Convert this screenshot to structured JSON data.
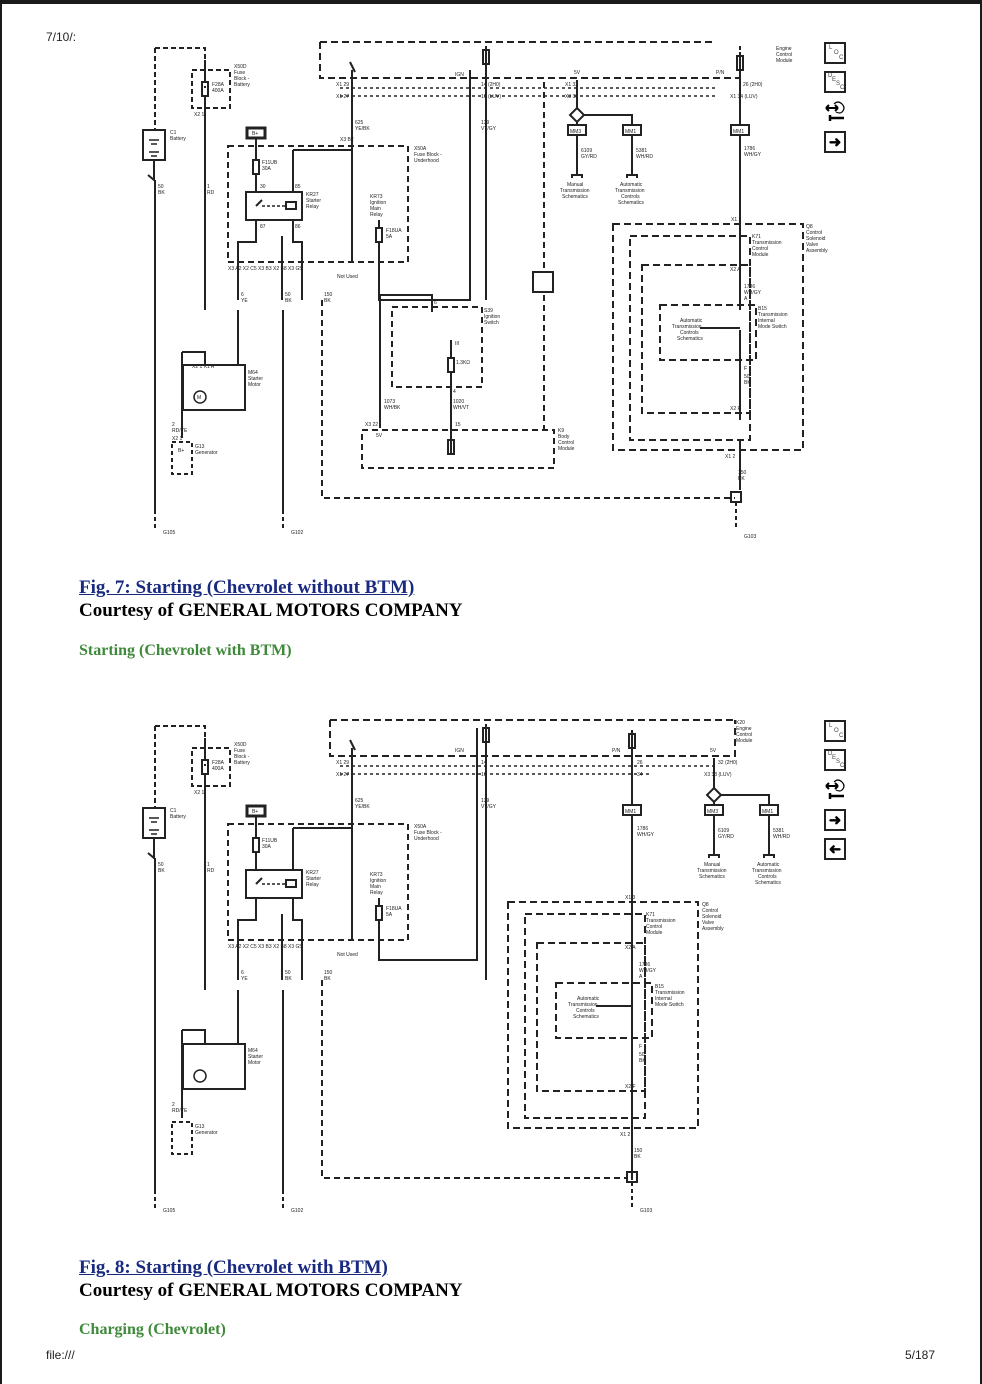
{
  "browser": {
    "header_date": "7/10/:",
    "footer_url": "file:///",
    "footer_page": "5/187"
  },
  "figures": [
    {
      "title": "Fig. 7: Starting (Chevrolet without BTM)",
      "courtesy": "Courtesy of GENERAL MOTORS COMPANY",
      "nav_icons": [
        "loc-icon",
        "desc-icon",
        "connector-tool-icon",
        "next-arrow-icon"
      ]
    },
    {
      "title": "Fig. 8: Starting (Chevrolet with BTM)",
      "courtesy": "Courtesy of GENERAL MOTORS COMPANY",
      "nav_icons": [
        "loc-icon",
        "desc-icon",
        "connector-tool-icon",
        "next-arrow-icon",
        "prev-arrow-icon"
      ]
    }
  ],
  "sections": {
    "starting_with_btm": "Starting (Chevrolet with BTM)",
    "charging": "Charging (Chevrolet)"
  },
  "nav_labels": {
    "loc": [
      "L",
      "O",
      "C"
    ],
    "desc": [
      "D",
      "E",
      "S",
      "C"
    ]
  },
  "diagram_labels": {
    "x50d": [
      "X50D",
      "Fuse",
      "Block -",
      "Battery"
    ],
    "f28a": [
      "F28A",
      "400A"
    ],
    "x2_1": [
      "X2",
      "1"
    ],
    "c1": [
      "C1",
      "Battery"
    ],
    "w50bk": [
      "50",
      "BK"
    ],
    "w1rd": [
      "1",
      "RD"
    ],
    "bplus": "B+",
    "f11ub": [
      "F11UB",
      "30A"
    ],
    "kr27": [
      "KR27",
      "Starter",
      "Relay"
    ],
    "pin30": "30",
    "pin85": "85",
    "pin87": "87",
    "pin86": "86",
    "kr73": [
      "KR73",
      "Ignition",
      "Main",
      "Relay"
    ],
    "f18ua": [
      "F18UA",
      "5A"
    ],
    "x50a": [
      "X50A",
      "Fuse Block -",
      "Underhood"
    ],
    "w625": [
      "625",
      "YE/BK"
    ],
    "x3b2": [
      "X3",
      "B2"
    ],
    "x1_29": [
      "X1",
      "29"
    ],
    "x1_27": [
      "X1",
      "27"
    ],
    "bottom_conn": [
      "X3",
      "A2",
      "X2",
      "C5",
      "X3",
      "B3",
      "X2",
      "B8",
      "X3",
      "G5"
    ],
    "not_used": "Not Used",
    "w6ye": [
      "6",
      "YE"
    ],
    "w150bk": [
      "150",
      "BK"
    ],
    "m64": [
      "M64",
      "Starter",
      "Motor"
    ],
    "m64_conn": [
      "X2",
      "1",
      "X1",
      "A"
    ],
    "motor": "M",
    "w2rdye": [
      "2",
      "RD/YE"
    ],
    "g13": [
      "G13",
      "Generator"
    ],
    "g13_conn": [
      "X2",
      "1"
    ],
    "bplus_g": "B+",
    "g105": "G105",
    "g102": "G102",
    "g103": "G103",
    "ign": "IGN",
    "pin14": "14",
    "pin19": "19",
    "h2h0": "(2H0)",
    "luv": "(LUV)",
    "w139": [
      "139",
      "VT/GY"
    ],
    "v5": "5V",
    "x1_32": [
      "X1",
      "32"
    ],
    "x3_38": [
      "X3",
      "38"
    ],
    "mm3": "MM3",
    "mm1": "MM1",
    "w6109": [
      "6109",
      "GY/RD"
    ],
    "w5381": [
      "5381",
      "WH/RD"
    ],
    "manual_trans": [
      "Manual",
      "Transmission",
      "Schematics"
    ],
    "auto_trans": [
      "Automatic",
      "Transmission",
      "Controls",
      "Schematics"
    ],
    "pn": "P/N",
    "pin26": "26",
    "x1_34": [
      "X1",
      "34"
    ],
    "w1786": [
      "1786",
      "WH/GY"
    ],
    "ecm": [
      "Engine",
      "Control",
      "Module"
    ],
    "k20": [
      "K20",
      "Engine",
      "Control",
      "Module"
    ],
    "x1_3": [
      "X1",
      "3"
    ],
    "q8": [
      "Q8",
      "Control",
      "Solenoid",
      "Valve",
      "Assembly"
    ],
    "k71": [
      "K71",
      "Transmission",
      "Control",
      "Module"
    ],
    "x2_a": [
      "X2",
      "A"
    ],
    "pinA": "A",
    "b15": [
      "B15",
      "Transmission",
      "Internal",
      "Mode Switch"
    ],
    "pinF": "F",
    "x2_f": [
      "X2",
      "F"
    ],
    "x1_2": [
      "X1",
      "2"
    ],
    "s39": [
      "S39",
      "Ignition",
      "Switch"
    ],
    "pin6": "6",
    "III": "III",
    "I": "I",
    "II": "II",
    "r13k": "1.3KΩ",
    "pin4": "4",
    "w1073": [
      "1073",
      "WH/BK"
    ],
    "w1020": [
      "1020",
      "WH/VT"
    ],
    "x3_22": [
      "X3",
      "22"
    ],
    "pin15": "15",
    "k9": [
      "K9",
      "Body",
      "Control",
      "Module"
    ]
  }
}
